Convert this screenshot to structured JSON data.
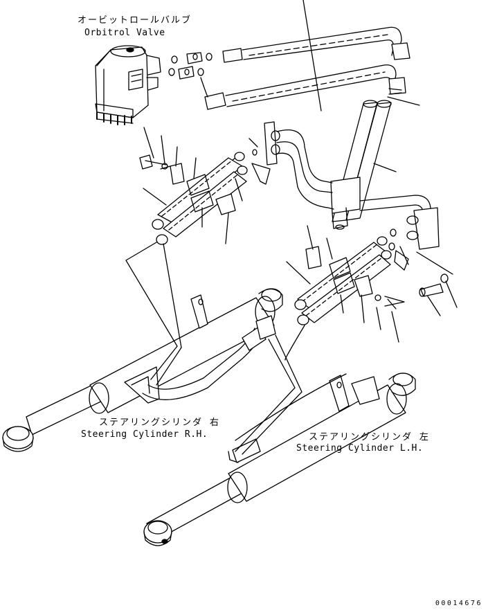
{
  "labels": {
    "orbitrol_jp": "オービットロールバルブ",
    "orbitrol_en": "Orbitrol Valve",
    "cyl_rh_jp": "ステアリングシリンダ 右",
    "cyl_rh_en": "Steering Cylinder R.H.",
    "cyl_lh_jp": "ステアリングシリンダ 左",
    "cyl_lh_en": "Steering Cylinder L.H."
  },
  "document_number": "00014676"
}
